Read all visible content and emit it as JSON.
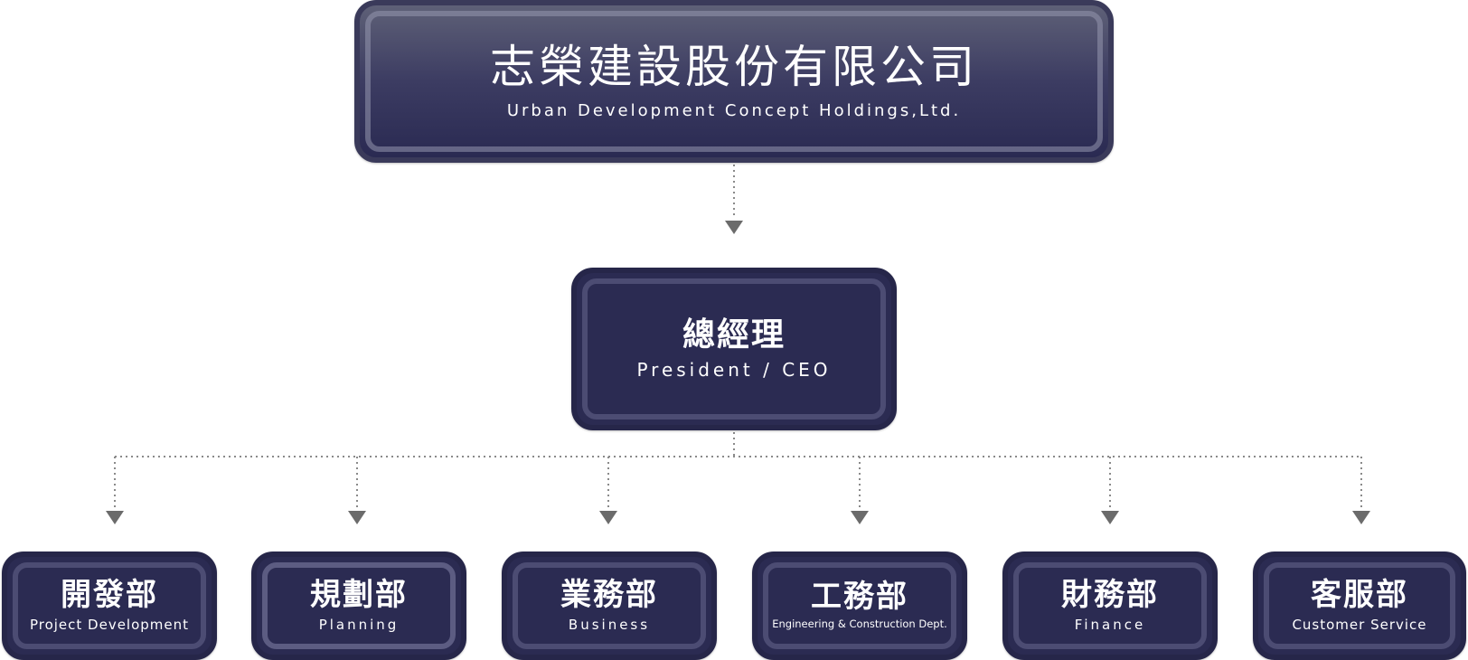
{
  "company": {
    "name_zh": "志榮建設股份有限公司",
    "name_en": "Urban Development Concept Holdings,Ltd."
  },
  "ceo": {
    "title_zh": "總經理",
    "title_en": "President / CEO"
  },
  "departments": [
    {
      "zh": "開發部",
      "en": "Project Development"
    },
    {
      "zh": "規劃部",
      "en": "Planning"
    },
    {
      "zh": "業務部",
      "en": "Business"
    },
    {
      "zh": "工務部",
      "en": "Engineering & Construction Dept."
    },
    {
      "zh": "財務部",
      "en": "Finance"
    },
    {
      "zh": "客服部",
      "en": "Customer Service"
    }
  ],
  "colors": {
    "box_fill": "#2b2b52",
    "connector": "#8a8a8a",
    "arrow": "#6b6b6b"
  }
}
